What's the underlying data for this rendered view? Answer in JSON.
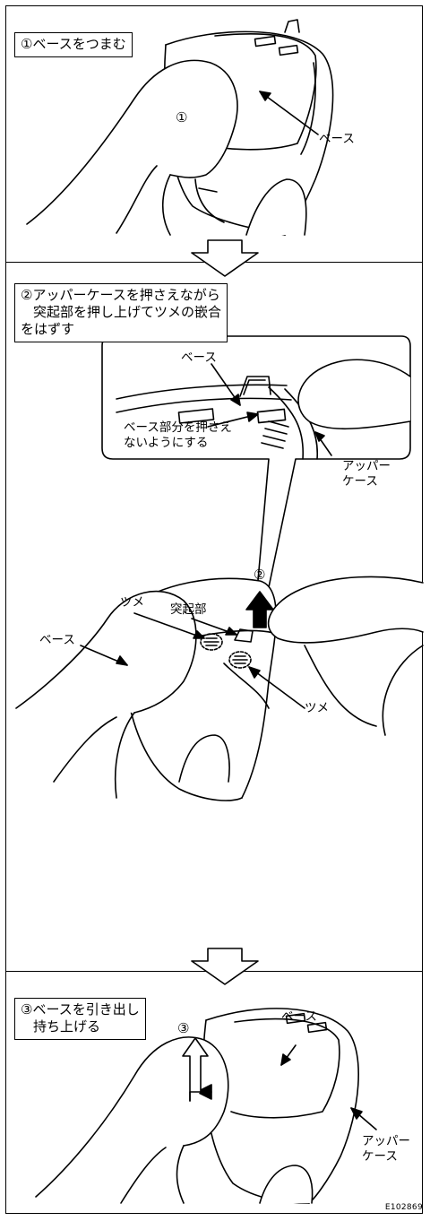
{
  "step1": {
    "title": "①ベースをつまむ",
    "circle": "①",
    "base_label": "ベース"
  },
  "step2": {
    "title_lines": [
      "②アッパーケースを押さえながら",
      "突起部を押し上げてツメの嵌合",
      "をはずす"
    ],
    "circle": "②",
    "inset": {
      "base_label": "ベース",
      "note_lines": [
        "ベース部分を押さえ",
        "ないようにする"
      ],
      "upper_case_lines": [
        "アッパー",
        "ケース"
      ]
    },
    "tsume_label": "ツメ",
    "protrusion_label": "突起部",
    "base_label": "ベース",
    "tsume_label_2": "ツメ"
  },
  "step3": {
    "title_lines": [
      "③ベースを引き出し",
      "持ち上げる"
    ],
    "circle": "③",
    "base_label": "ベース",
    "upper_case_lines": [
      "アッパー",
      "ケース"
    ]
  },
  "image_id": "E102869"
}
